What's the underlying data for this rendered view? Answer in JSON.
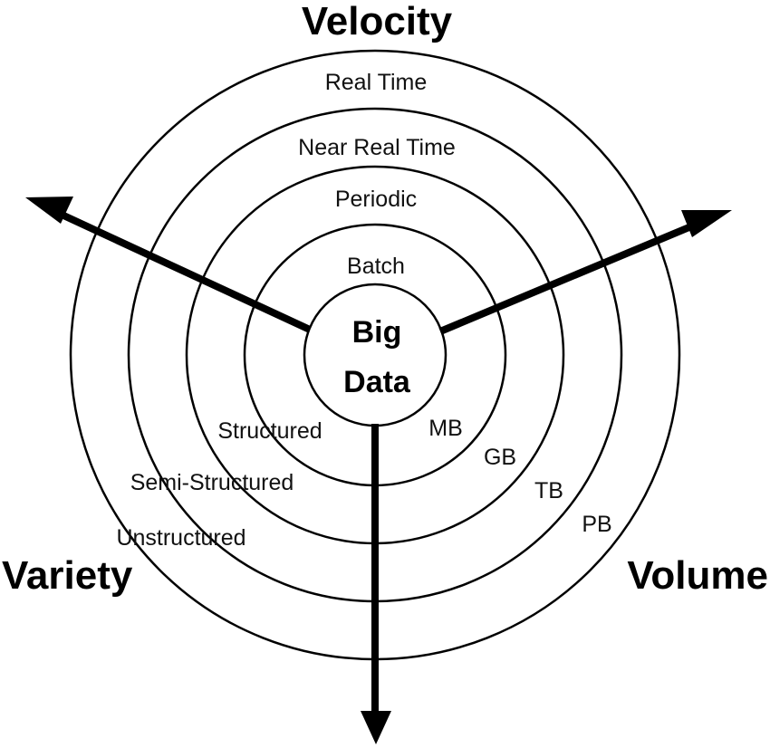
{
  "center": {
    "line1": "Big",
    "line2": "Data"
  },
  "axes": {
    "velocity": {
      "title": "Velocity",
      "levels": [
        "Batch",
        "Periodic",
        "Near Real Time",
        "Real Time"
      ]
    },
    "variety": {
      "title": "Variety",
      "levels": [
        "Structured",
        "Semi-Structured",
        "Unstructured"
      ]
    },
    "volume": {
      "title": "Volume",
      "levels": [
        "MB",
        "GB",
        "TB",
        "PB"
      ]
    }
  },
  "colors": {
    "stroke": "#000000",
    "background": "#ffffff"
  }
}
